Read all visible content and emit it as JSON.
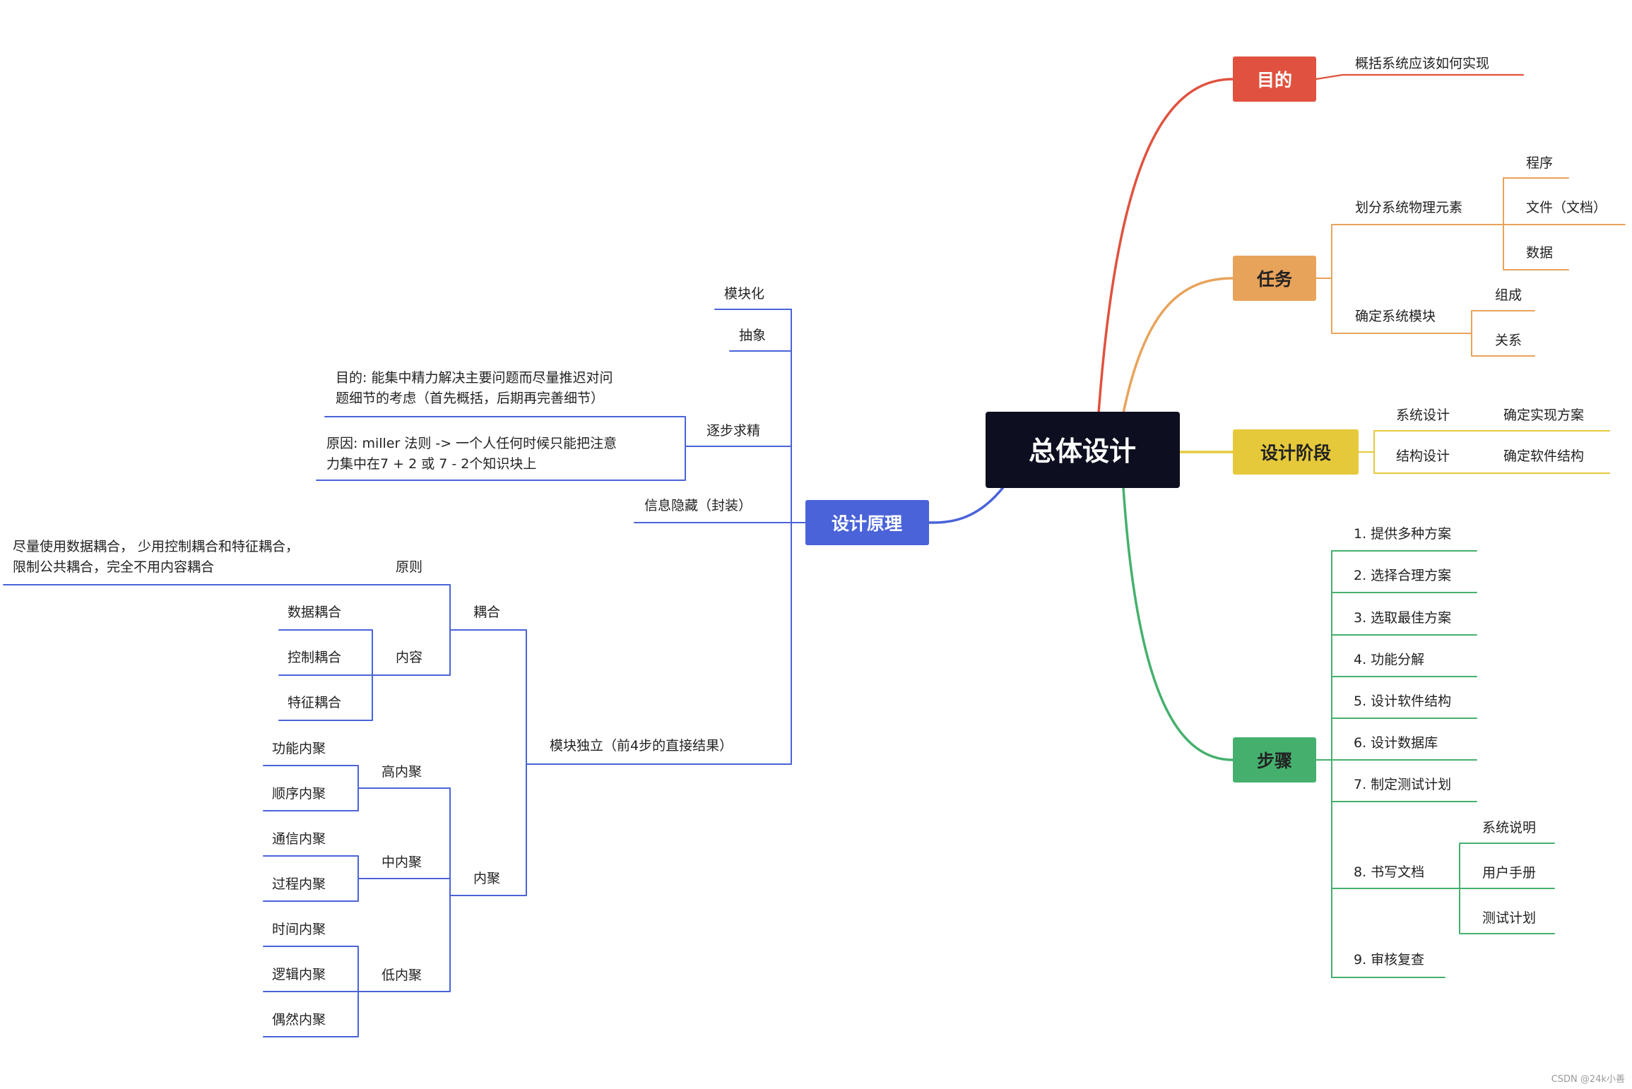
{
  "root": {
    "label": "总体设计",
    "bg": "#0d0e1f"
  },
  "colors": {
    "purpose": "#e0523f",
    "task": "#e8a35a",
    "stage": "#e6c93a",
    "steps": "#45b06e",
    "principle": "#4a63d9"
  },
  "purpose": {
    "label": "目的",
    "children": [
      "概括系统应该如何实现"
    ]
  },
  "task": {
    "label": "任务",
    "physical": {
      "label": "划分系统物理元素",
      "children": [
        "程序",
        "文件（文档）",
        "数据"
      ]
    },
    "module": {
      "label": "确定系统模块",
      "children": [
        "组成",
        "关系"
      ]
    }
  },
  "stage": {
    "label": "设计阶段",
    "items": [
      {
        "label": "系统设计",
        "detail": "确定实现方案"
      },
      {
        "label": "结构设计",
        "detail": "确定软件结构"
      }
    ]
  },
  "steps": {
    "label": "步骤",
    "items": [
      "1. 提供多种方案",
      "2. 选择合理方案",
      "3. 选取最佳方案",
      "4. 功能分解",
      "5. 设计软件结构",
      "6. 设计数据库",
      "7. 制定测试计划",
      "8. 书写文档",
      "9. 审核复查"
    ],
    "docs": [
      "系统说明",
      "用户手册",
      "测试计划"
    ]
  },
  "principle": {
    "label": "设计原理",
    "modular": "模块化",
    "abstraction": "抽象",
    "refine": {
      "label": "逐步求精",
      "goal_line1": "目的: 能集中精力解决主要问题而尽量推迟对问",
      "goal_line2": "题细节的考虑（首先概括，后期再完善细节）",
      "reason_line1": "原因: miller 法则 -> 一个人任何时候只能把注意",
      "reason_line2": "力集中在7 + 2 或 7 - 2个知识块上"
    },
    "hiding": "信息隐藏（封装）",
    "independence": {
      "label": "模块独立（前4步的直接结果）",
      "coupling": {
        "label": "耦合",
        "rule": {
          "label": "原则",
          "text_line1": "尽量使用数据耦合， 少用控制耦合和特征耦合，",
          "text_line2": "限制公共耦合，完全不用内容耦合"
        },
        "content": {
          "label": "内容",
          "children": [
            "数据耦合",
            "控制耦合",
            "特征耦合"
          ]
        }
      },
      "cohesion": {
        "label": "内聚",
        "high": {
          "label": "高内聚",
          "children": [
            "功能内聚",
            "顺序内聚"
          ]
        },
        "mid": {
          "label": "中内聚",
          "children": [
            "通信内聚",
            "过程内聚"
          ]
        },
        "low": {
          "label": "低内聚",
          "children": [
            "时间内聚",
            "逻辑内聚",
            "偶然内聚"
          ]
        }
      }
    }
  },
  "watermark": "CSDN @24k小善"
}
